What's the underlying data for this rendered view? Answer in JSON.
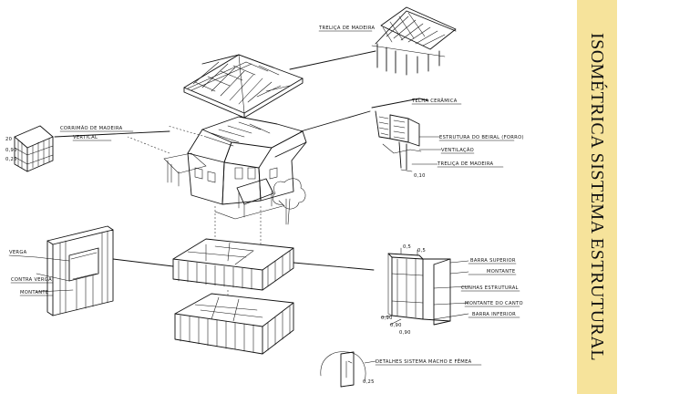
{
  "title": "ISOMÉTRICA SISTEMA ESTRUTURAL",
  "colors": {
    "title_band": "#f6e39b",
    "ink": "#111111",
    "paper": "#ffffff"
  },
  "labels": {
    "trelica_madeira_top": "TRELIÇA DE MADEIRA",
    "telha_ceramica": "TELHA CERÂMICA",
    "estrutura_beiral": "ESTRUTURA DO BEIRAL (FORRO)",
    "ventilacao": "VENTILAÇÃO",
    "trelica_madeira_eave": "TRELIÇA DE MADEIRA",
    "corrimao": "CORRIMÃO DE MADEIRA",
    "vertical": "VERTICAL",
    "verga": "VERGA",
    "contra_verga": "CONTRA VERGA",
    "montante": "MONTANTE",
    "barra_superior": "BARRA SUPERIOR",
    "montante_right": "MONTANTE",
    "cunhas": "CUNHAS ESTRUTURAL",
    "montante_canto": "MONTANTE DO CANTO",
    "barra_inferior": "BARRA INFERIOR",
    "detalhes": "DETALHES SISTEMA MACHO E FÊMEA"
  },
  "dimensions": {
    "d_20": "20",
    "d_090": "0,90",
    "d_05a": "0,5",
    "d_05b": "0,5",
    "d_090a": "0,90",
    "d_090b": "0,90",
    "d_090c": "0,90",
    "d_010": "0,10",
    "d_025": "0,25",
    "d_025b": "0,25"
  }
}
